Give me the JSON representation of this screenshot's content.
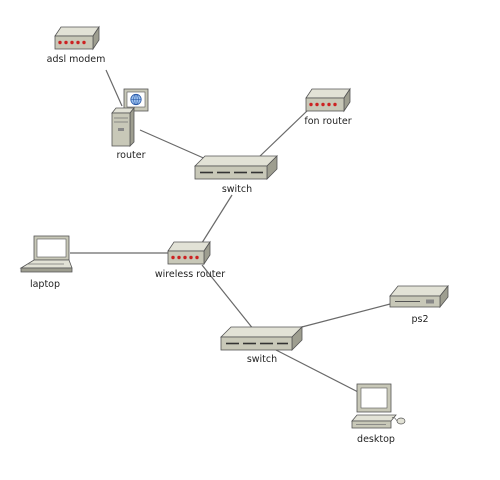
{
  "diagram": {
    "nodes": {
      "adsl_modem": {
        "label": "adsl modem",
        "icon": "modem-icon"
      },
      "router": {
        "label": "router",
        "icon": "server-router-icon"
      },
      "fon_router": {
        "label": "fon router",
        "icon": "modem-icon"
      },
      "switch_top": {
        "label": "switch",
        "icon": "switch-icon"
      },
      "laptop": {
        "label": "laptop",
        "icon": "laptop-icon"
      },
      "wireless_router": {
        "label": "wireless router",
        "icon": "modem-icon"
      },
      "switch_bottom": {
        "label": "switch",
        "icon": "switch-icon"
      },
      "ps2": {
        "label": "ps2",
        "icon": "console-icon"
      },
      "desktop": {
        "label": "desktop",
        "icon": "desktop-computer-icon"
      }
    },
    "links": [
      [
        "adsl_modem",
        "router"
      ],
      [
        "router",
        "switch_top"
      ],
      [
        "fon_router",
        "switch_top"
      ],
      [
        "switch_top",
        "wireless_router"
      ],
      [
        "laptop",
        "wireless_router"
      ],
      [
        "wireless_router",
        "switch_bottom"
      ],
      [
        "switch_bottom",
        "ps2"
      ],
      [
        "switch_bottom",
        "desktop"
      ]
    ],
    "colors": {
      "device_body": "#c8c8b8",
      "device_top": "#e2e2d6",
      "device_side": "#9e9e90",
      "led": "#cc2222",
      "line": "#6a6a6a",
      "screen": "#ffffff"
    }
  }
}
